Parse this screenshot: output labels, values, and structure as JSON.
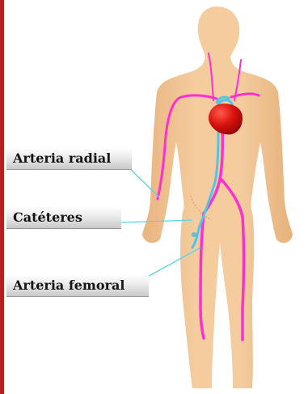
{
  "labels": {
    "radial": "Arteria radial",
    "catheters": "Catéteres",
    "femoral": "Arteria femoral"
  },
  "colors": {
    "frame": "#b81c1c",
    "skin": "#f1c596",
    "artery": "#ff2fd0",
    "catheter": "#4fc6e8",
    "heart": "#c40a0a",
    "pointer_line": "#5fd3ea"
  },
  "icons": {
    "body": "human-silhouette-icon",
    "heart": "heart-icon"
  }
}
